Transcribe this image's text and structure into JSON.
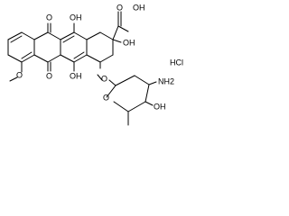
{
  "molecule": {
    "labels": {
      "oxo_top": "O",
      "hydroxy_top": "OH",
      "carboxyl": "OH",
      "carbonyl_o_acid": "O",
      "hydroxy_quaternary": "OH",
      "hydroxy_lower": "OH",
      "oxo_bottom": "O",
      "ring_o_sugar": "O",
      "glycosidic_o": "O",
      "methoxy_o": "O",
      "amino": "NH2",
      "hydroxy_sugar": "OH",
      "salt": "HCl"
    }
  }
}
